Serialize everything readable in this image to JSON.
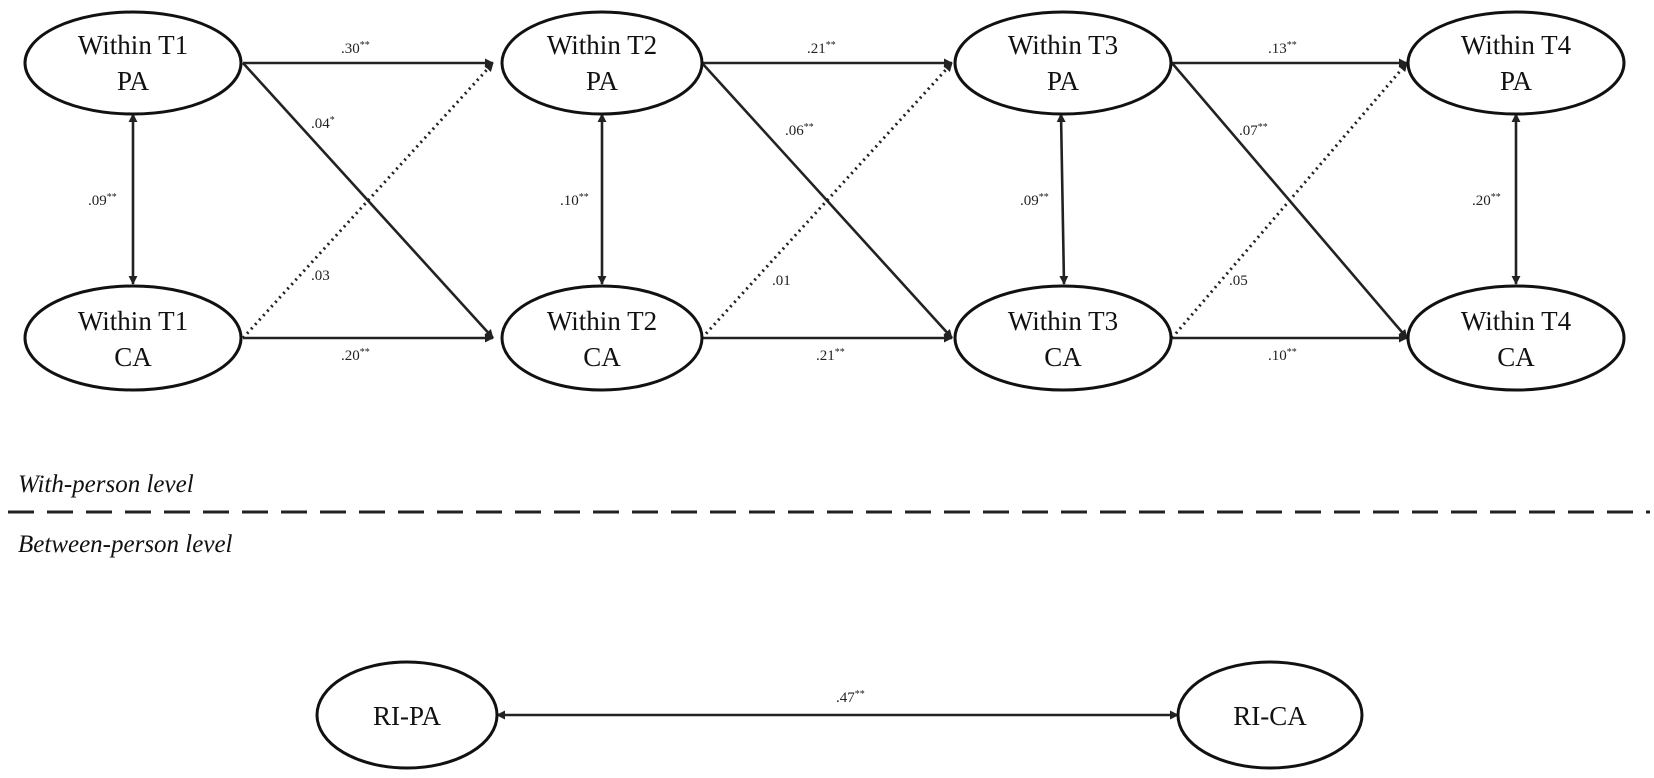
{
  "nodes": {
    "t1pa": {
      "line1": "Within T1",
      "line2": "PA"
    },
    "t2pa": {
      "line1": "Within T2",
      "line2": "PA"
    },
    "t3pa": {
      "line1": "Within T3",
      "line2": "PA"
    },
    "t4pa": {
      "line1": "Within T4",
      "line2": "PA"
    },
    "t1ca": {
      "line1": "Within T1",
      "line2": "CA"
    },
    "t2ca": {
      "line1": "Within T2",
      "line2": "CA"
    },
    "t3ca": {
      "line1": "Within T3",
      "line2": "CA"
    },
    "t4ca": {
      "line1": "Within T4",
      "line2": "CA"
    },
    "ripa": {
      "line1": "RI-PA"
    },
    "rica": {
      "line1": "RI-CA"
    }
  },
  "paths": {
    "pa_t1_t2": {
      "value": ".30",
      "sig": "**"
    },
    "pa_t2_t3": {
      "value": ".21",
      "sig": "**"
    },
    "pa_t3_t4": {
      "value": ".13",
      "sig": "**"
    },
    "ca_t1_t2": {
      "value": ".20",
      "sig": "**"
    },
    "ca_t2_t3": {
      "value": ".21",
      "sig": "**"
    },
    "ca_t3_t4": {
      "value": ".10",
      "sig": "**"
    },
    "pa_ca_t1_t2": {
      "value": ".04",
      "sig": "*"
    },
    "pa_ca_t2_t3": {
      "value": ".06",
      "sig": "**"
    },
    "pa_ca_t3_t4": {
      "value": ".07",
      "sig": "**"
    },
    "ca_pa_t1_t2": {
      "value": ".03",
      "sig": ""
    },
    "ca_pa_t2_t3": {
      "value": ".01",
      "sig": ""
    },
    "ca_pa_t3_t4": {
      "value": ".05",
      "sig": ""
    },
    "cov_t1": {
      "value": ".09",
      "sig": "**"
    },
    "cov_t2": {
      "value": ".10",
      "sig": "**"
    },
    "cov_t3": {
      "value": ".09",
      "sig": "**"
    },
    "cov_t4": {
      "value": ".20",
      "sig": "**"
    },
    "cov_ri": {
      "value": ".47",
      "sig": "**"
    }
  },
  "levels": {
    "within": "With-person level",
    "between": "Between-person level"
  }
}
